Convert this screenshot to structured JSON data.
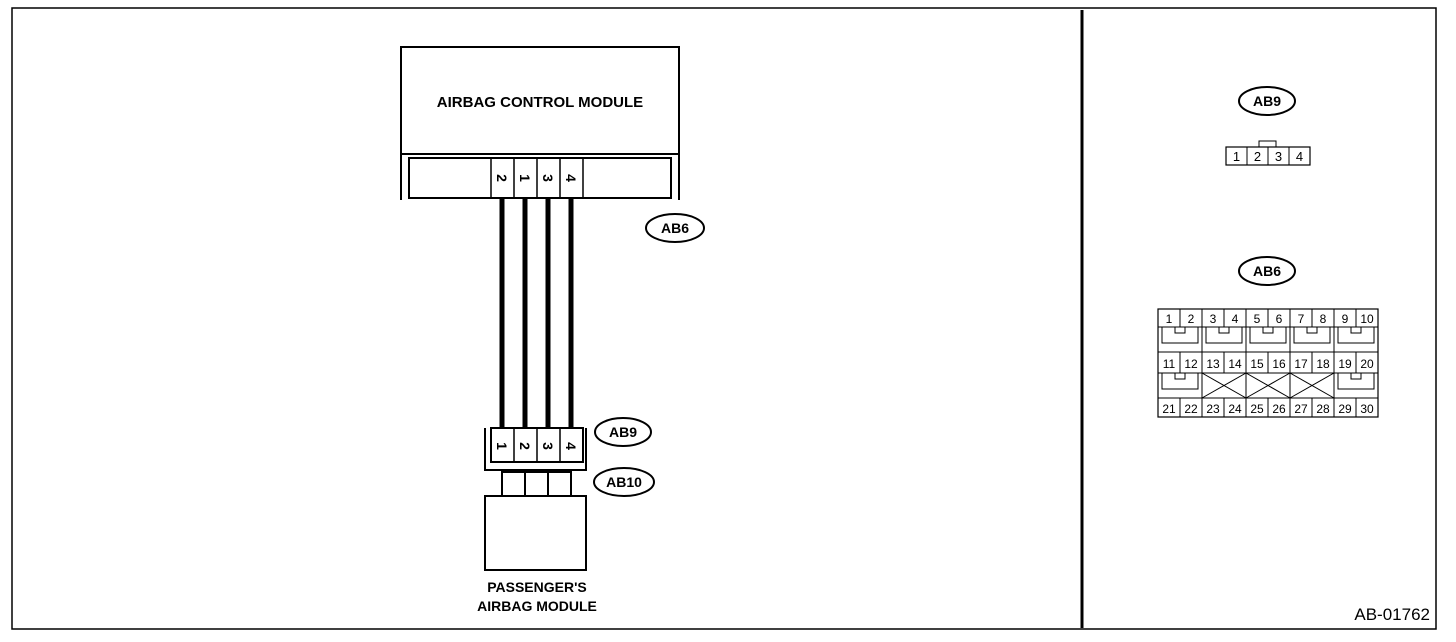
{
  "ecu": {
    "title": "AIRBAG CONTROL MODULE",
    "pins": [
      "2",
      "1",
      "3",
      "4"
    ]
  },
  "ab9_pins": [
    "1",
    "2",
    "3",
    "4"
  ],
  "passenger": {
    "line1": "PASSENGER'S",
    "line2": "AIRBAG MODULE"
  },
  "labels": {
    "ab6": "AB6",
    "ab9": "AB9",
    "ab10": "AB10"
  },
  "right_panel": {
    "ab9": {
      "label": "AB9",
      "pins": [
        "1",
        "2",
        "3",
        "4"
      ]
    },
    "ab6": {
      "label": "AB6",
      "row1": [
        "1",
        "2",
        "3",
        "4",
        "5",
        "6",
        "7",
        "8",
        "9",
        "10"
      ],
      "row2": [
        "11",
        "12",
        "13",
        "14",
        "15",
        "16",
        "17",
        "18",
        "19",
        "20"
      ],
      "row3": [
        "21",
        "22",
        "23",
        "24",
        "25",
        "26",
        "27",
        "28",
        "29",
        "30"
      ]
    }
  },
  "figure_id": "AB-01762"
}
